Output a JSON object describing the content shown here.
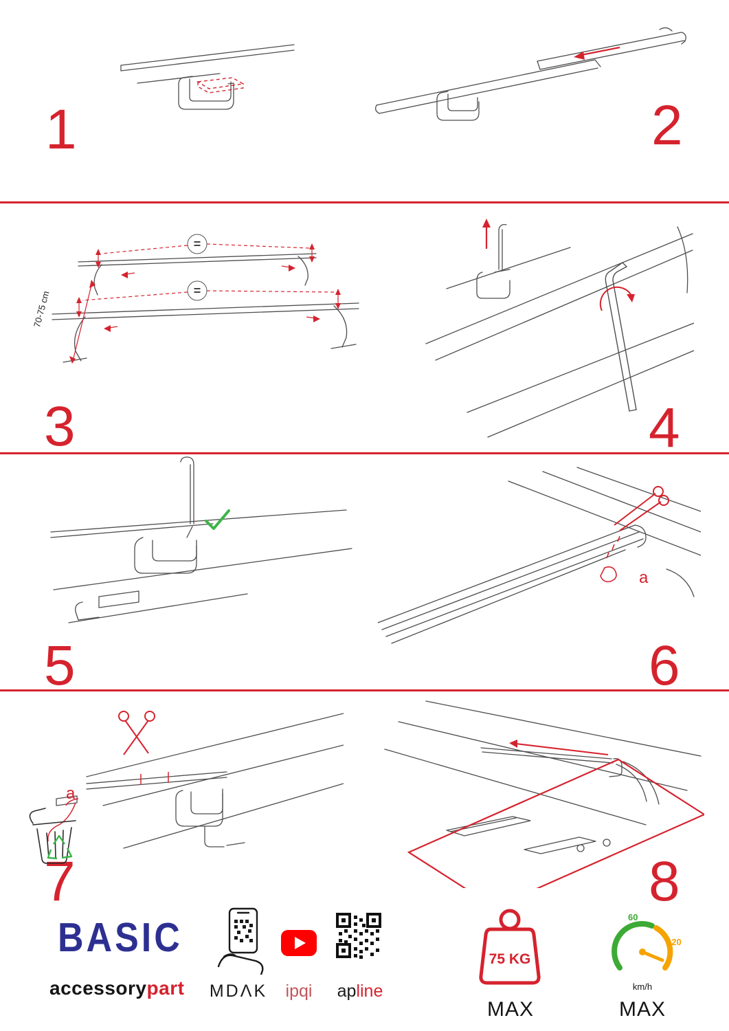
{
  "colors": {
    "accent_red": "#d5232e",
    "brand_blue": "#2d3091",
    "check_green": "#3cb54a",
    "gauge_green": "#3daa35",
    "gauge_orange": "#f5a300",
    "youtube_red": "#ff0000"
  },
  "steps": {
    "s1": {
      "number": "1"
    },
    "s2": {
      "number": "2"
    },
    "s3": {
      "number": "3",
      "dimension": "70-75 cm",
      "equal": "="
    },
    "s4": {
      "number": "4"
    },
    "s5": {
      "number": "5"
    },
    "s6": {
      "number": "6",
      "label_a": "a"
    },
    "s7": {
      "number": "7",
      "label_a": "a"
    },
    "s8": {
      "number": "8"
    }
  },
  "footer": {
    "brand": "BASIC",
    "brand_sub_black": "accessory",
    "brand_sub_red": "part",
    "mdak": "MDΛK",
    "ipqi": "ipqi",
    "apline_black": "ap",
    "apline_red": "line",
    "weight_value": "75 KG",
    "weight_max": "MAX",
    "speed_low": "60",
    "speed_high": "120",
    "speed_unit": "km/h",
    "speed_max": "MAX"
  }
}
